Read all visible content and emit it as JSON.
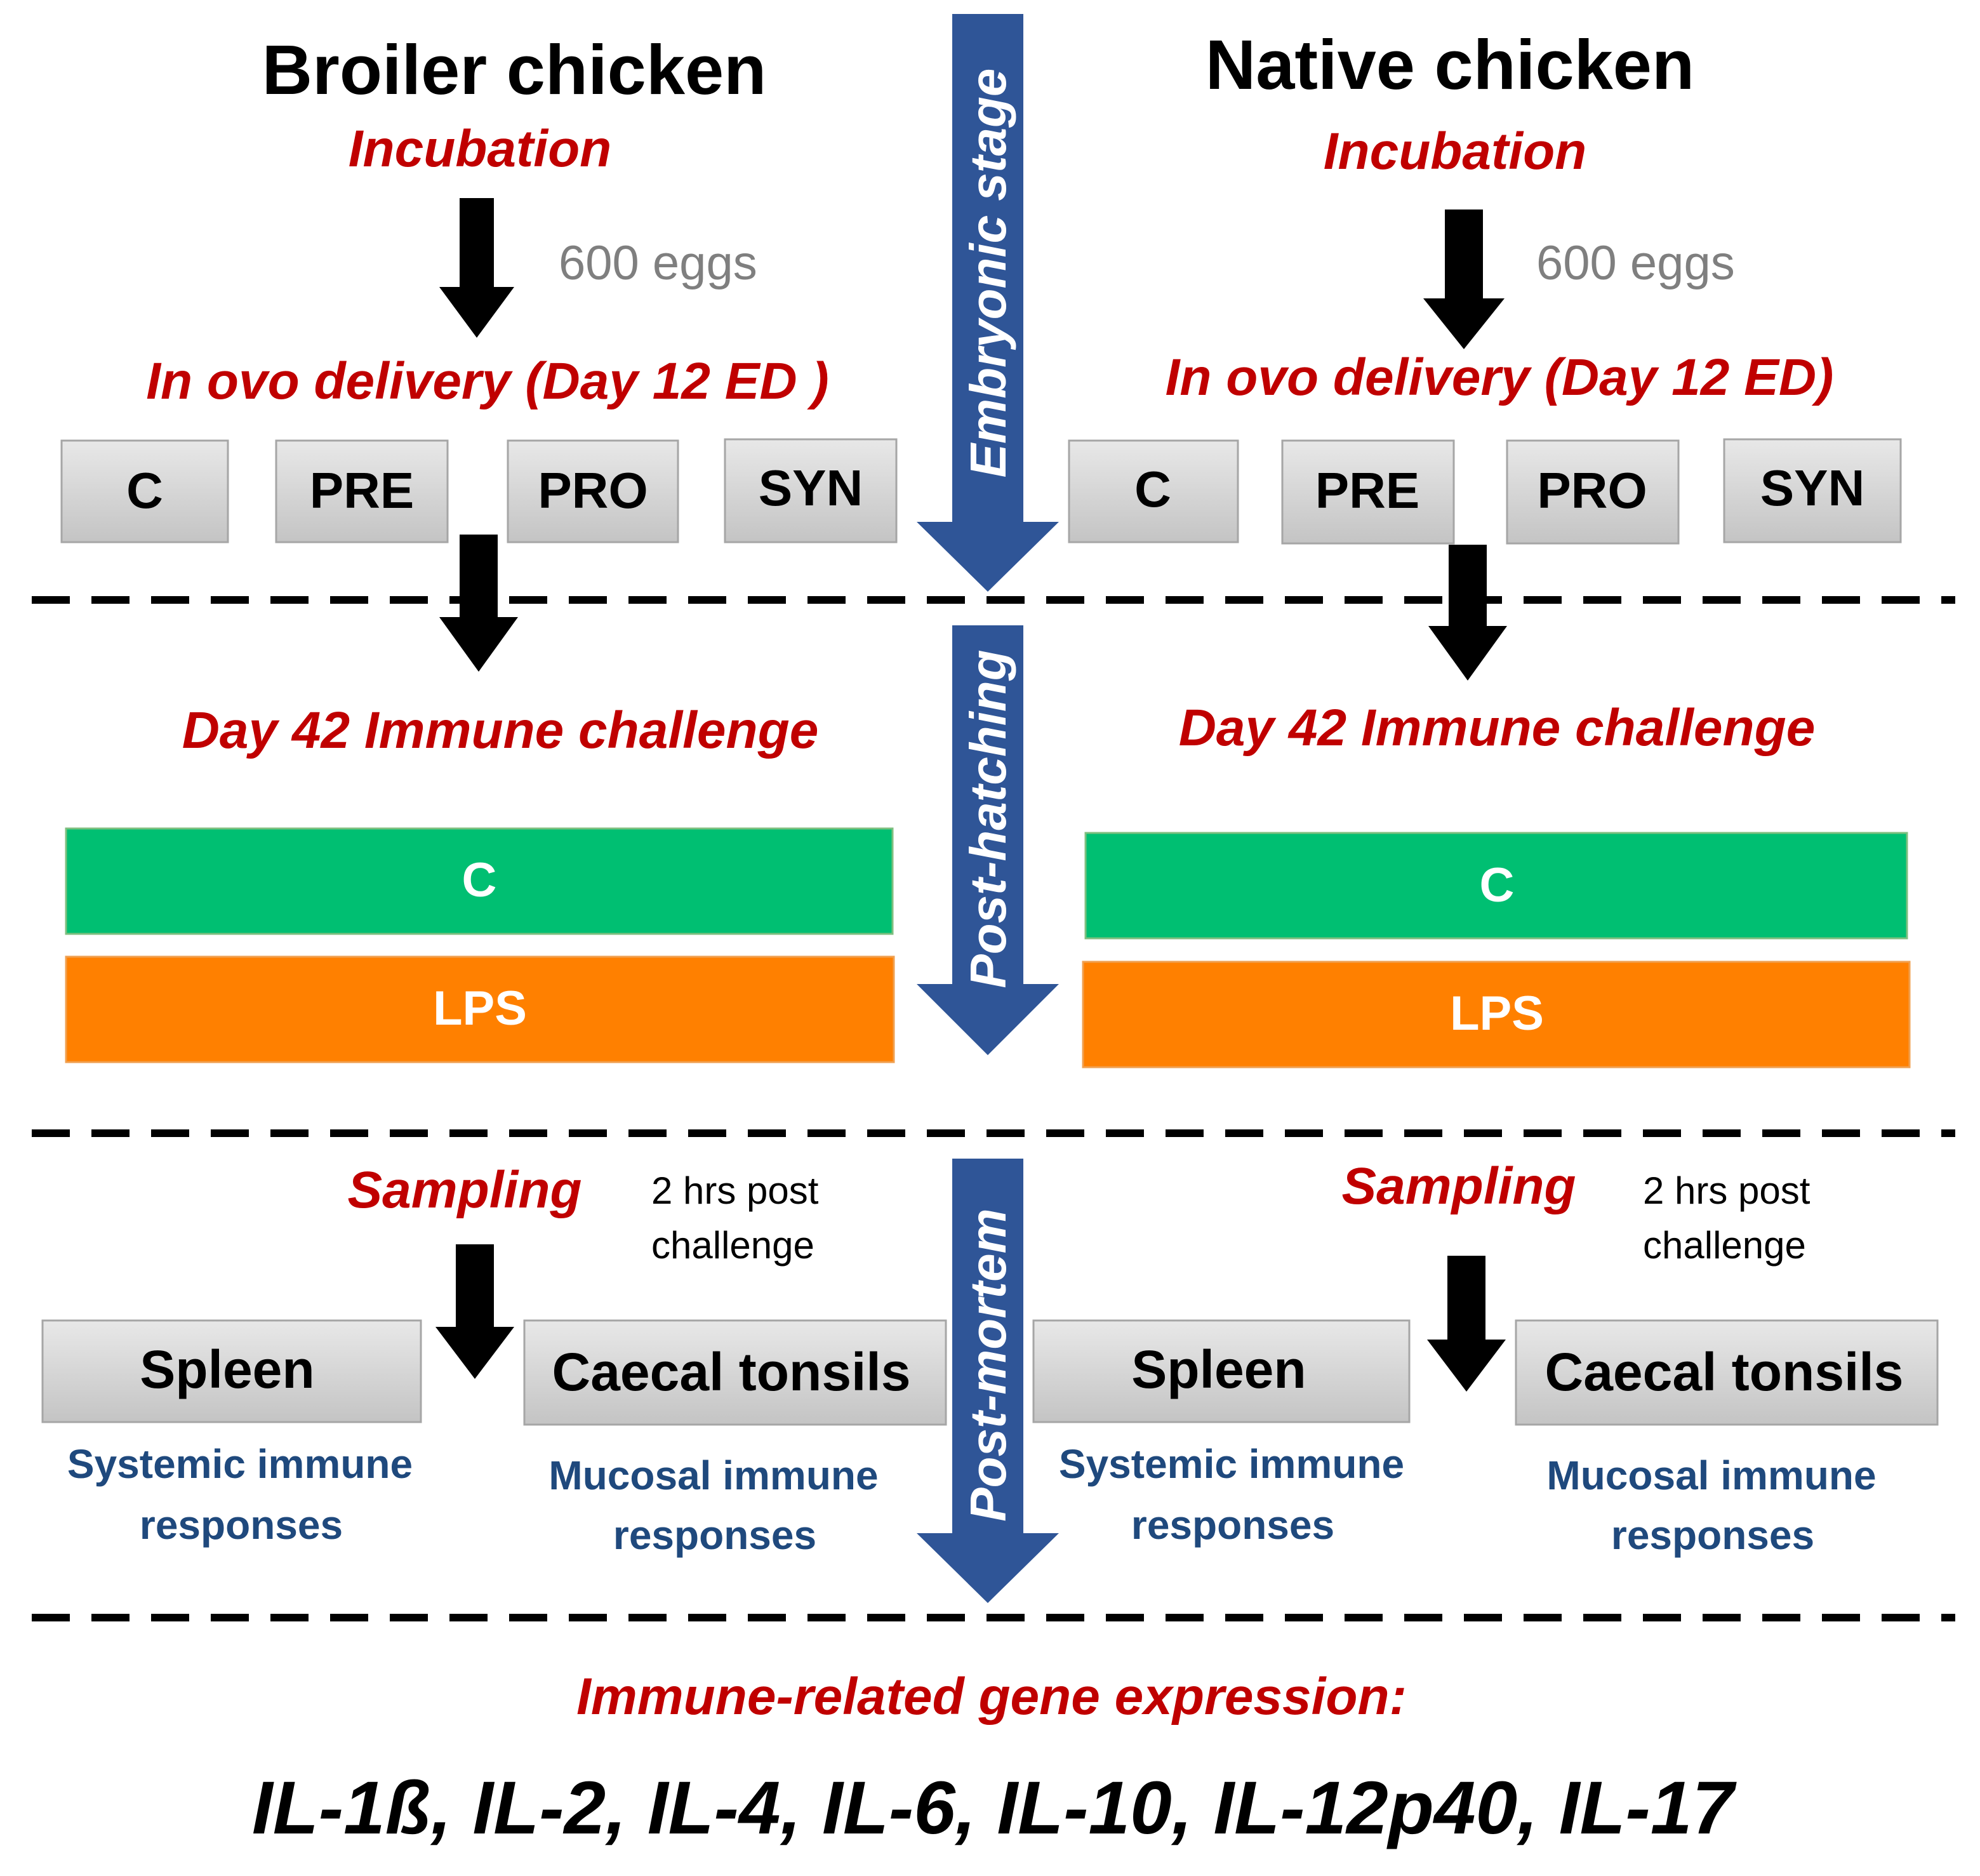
{
  "columns": {
    "broiler": {
      "title": "Broiler chicken",
      "incubation": "Incubation",
      "eggs": "600 eggs",
      "delivery": "In ovo delivery (Day 12 ED )",
      "groups": [
        "C",
        "PRE",
        "PRO",
        "SYN"
      ],
      "challenge": "Day 42 Immune challenge",
      "bars": [
        "C",
        "LPS"
      ],
      "sampling": "Sampling",
      "sampling_note": [
        "2 hrs post",
        "challenge"
      ],
      "tissues": [
        "Spleen",
        "Caecal tonsils"
      ],
      "responses": [
        [
          "Systemic immune",
          "responses"
        ],
        [
          "Mucosal immune",
          "responses"
        ]
      ]
    },
    "native": {
      "title": "Native chicken",
      "incubation": "Incubation",
      "eggs": "600 eggs",
      "delivery": "In ovo delivery (Day 12 ED)",
      "groups": [
        "C",
        "PRE",
        "PRO",
        "SYN"
      ],
      "challenge": "Day 42 Immune challenge",
      "bars": [
        "C",
        "LPS"
      ],
      "sampling": "Sampling",
      "sampling_note": [
        "2 hrs post",
        "challenge"
      ],
      "tissues": [
        "Spleen",
        "Caecal tonsils"
      ],
      "responses": [
        [
          "Systemic immune",
          "responses"
        ],
        [
          "Mucosal immune",
          "responses"
        ]
      ]
    }
  },
  "stages": [
    "Embryonic stage",
    "Post-hatching",
    "Post-mortem"
  ],
  "footer": {
    "title": "Immune-related gene expression:",
    "genes": "IL-1ß, IL-2, IL-4, IL-6, IL-10, IL-12p40, IL-17"
  },
  "colors": {
    "red_text": "#c00000",
    "gray_text": "#7f7f7f",
    "blue_text": "#1f497d",
    "stage_arrow": "#2f5597",
    "green_bar": "#00bf72",
    "orange_bar": "#ff8000",
    "gray_box": "#d9d9d9"
  }
}
